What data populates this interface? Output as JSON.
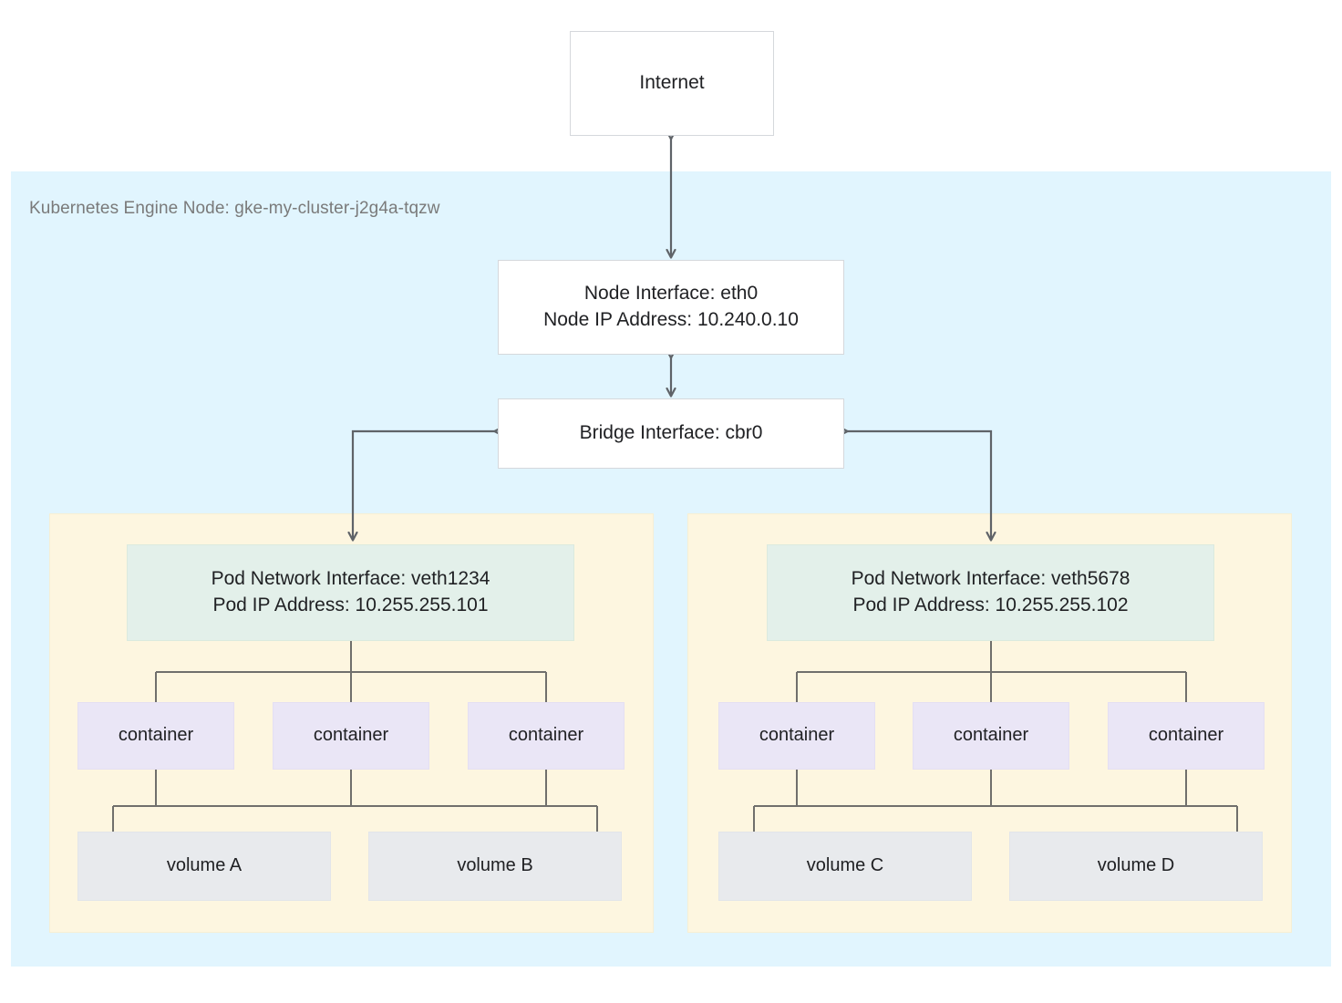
{
  "diagram": {
    "title_text": "Kubernetes Engine Node: gke-my-cluster-j2g4a-tqzw",
    "colors": {
      "node_region_bg": "#e1f5fe",
      "pod_region_bg": "#fdf6e0",
      "pod_interface_bg": "#e3f0ea",
      "container_bg": "#eae6f6",
      "volume_bg": "#e8eaed",
      "plain_box_bg": "#ffffff",
      "connector": "#5f6368",
      "text": "#202124",
      "label_text": "#7a7a7a"
    }
  },
  "internet": {
    "label": "Internet"
  },
  "node": {
    "label": "Kubernetes Engine Node: gke-my-cluster-j2g4a-tqzw",
    "interface": {
      "line1": "Node Interface: eth0",
      "line2": "Node IP Address: 10.240.0.10"
    },
    "bridge": {
      "label": "Bridge Interface: cbr0"
    }
  },
  "pods": [
    {
      "interface_line1": "Pod Network Interface: veth1234",
      "interface_line2": "Pod IP Address: 10.255.255.101",
      "containers": [
        {
          "label": "container"
        },
        {
          "label": "container"
        },
        {
          "label": "container"
        }
      ],
      "volumes": [
        {
          "label": "volume A"
        },
        {
          "label": "volume B"
        }
      ]
    },
    {
      "interface_line1": "Pod Network Interface: veth5678",
      "interface_line2": "Pod IP Address: 10.255.255.102",
      "containers": [
        {
          "label": "container"
        },
        {
          "label": "container"
        },
        {
          "label": "container"
        }
      ],
      "volumes": [
        {
          "label": "volume C"
        },
        {
          "label": "volume D"
        }
      ]
    }
  ]
}
